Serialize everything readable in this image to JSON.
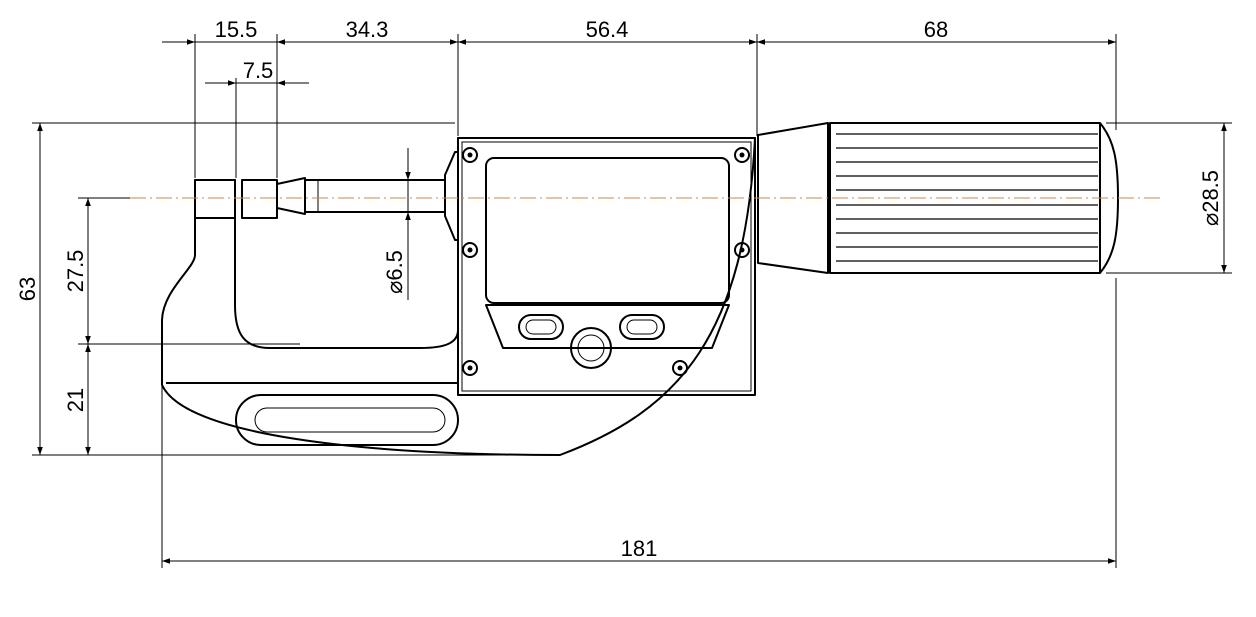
{
  "dimensions": {
    "anvil_width": "15.5",
    "anvil_face": "7.5",
    "throat_depth": "34.3",
    "body_width": "56.4",
    "thimble_length": "68",
    "total_length": "181",
    "total_height": "63",
    "center_height": "27.5",
    "base_height": "21",
    "spindle_diameter": "⌀6.5",
    "thimble_diameter": "⌀28.5"
  },
  "colors": {
    "outline": "#000000",
    "centerline": "#c8894e"
  }
}
